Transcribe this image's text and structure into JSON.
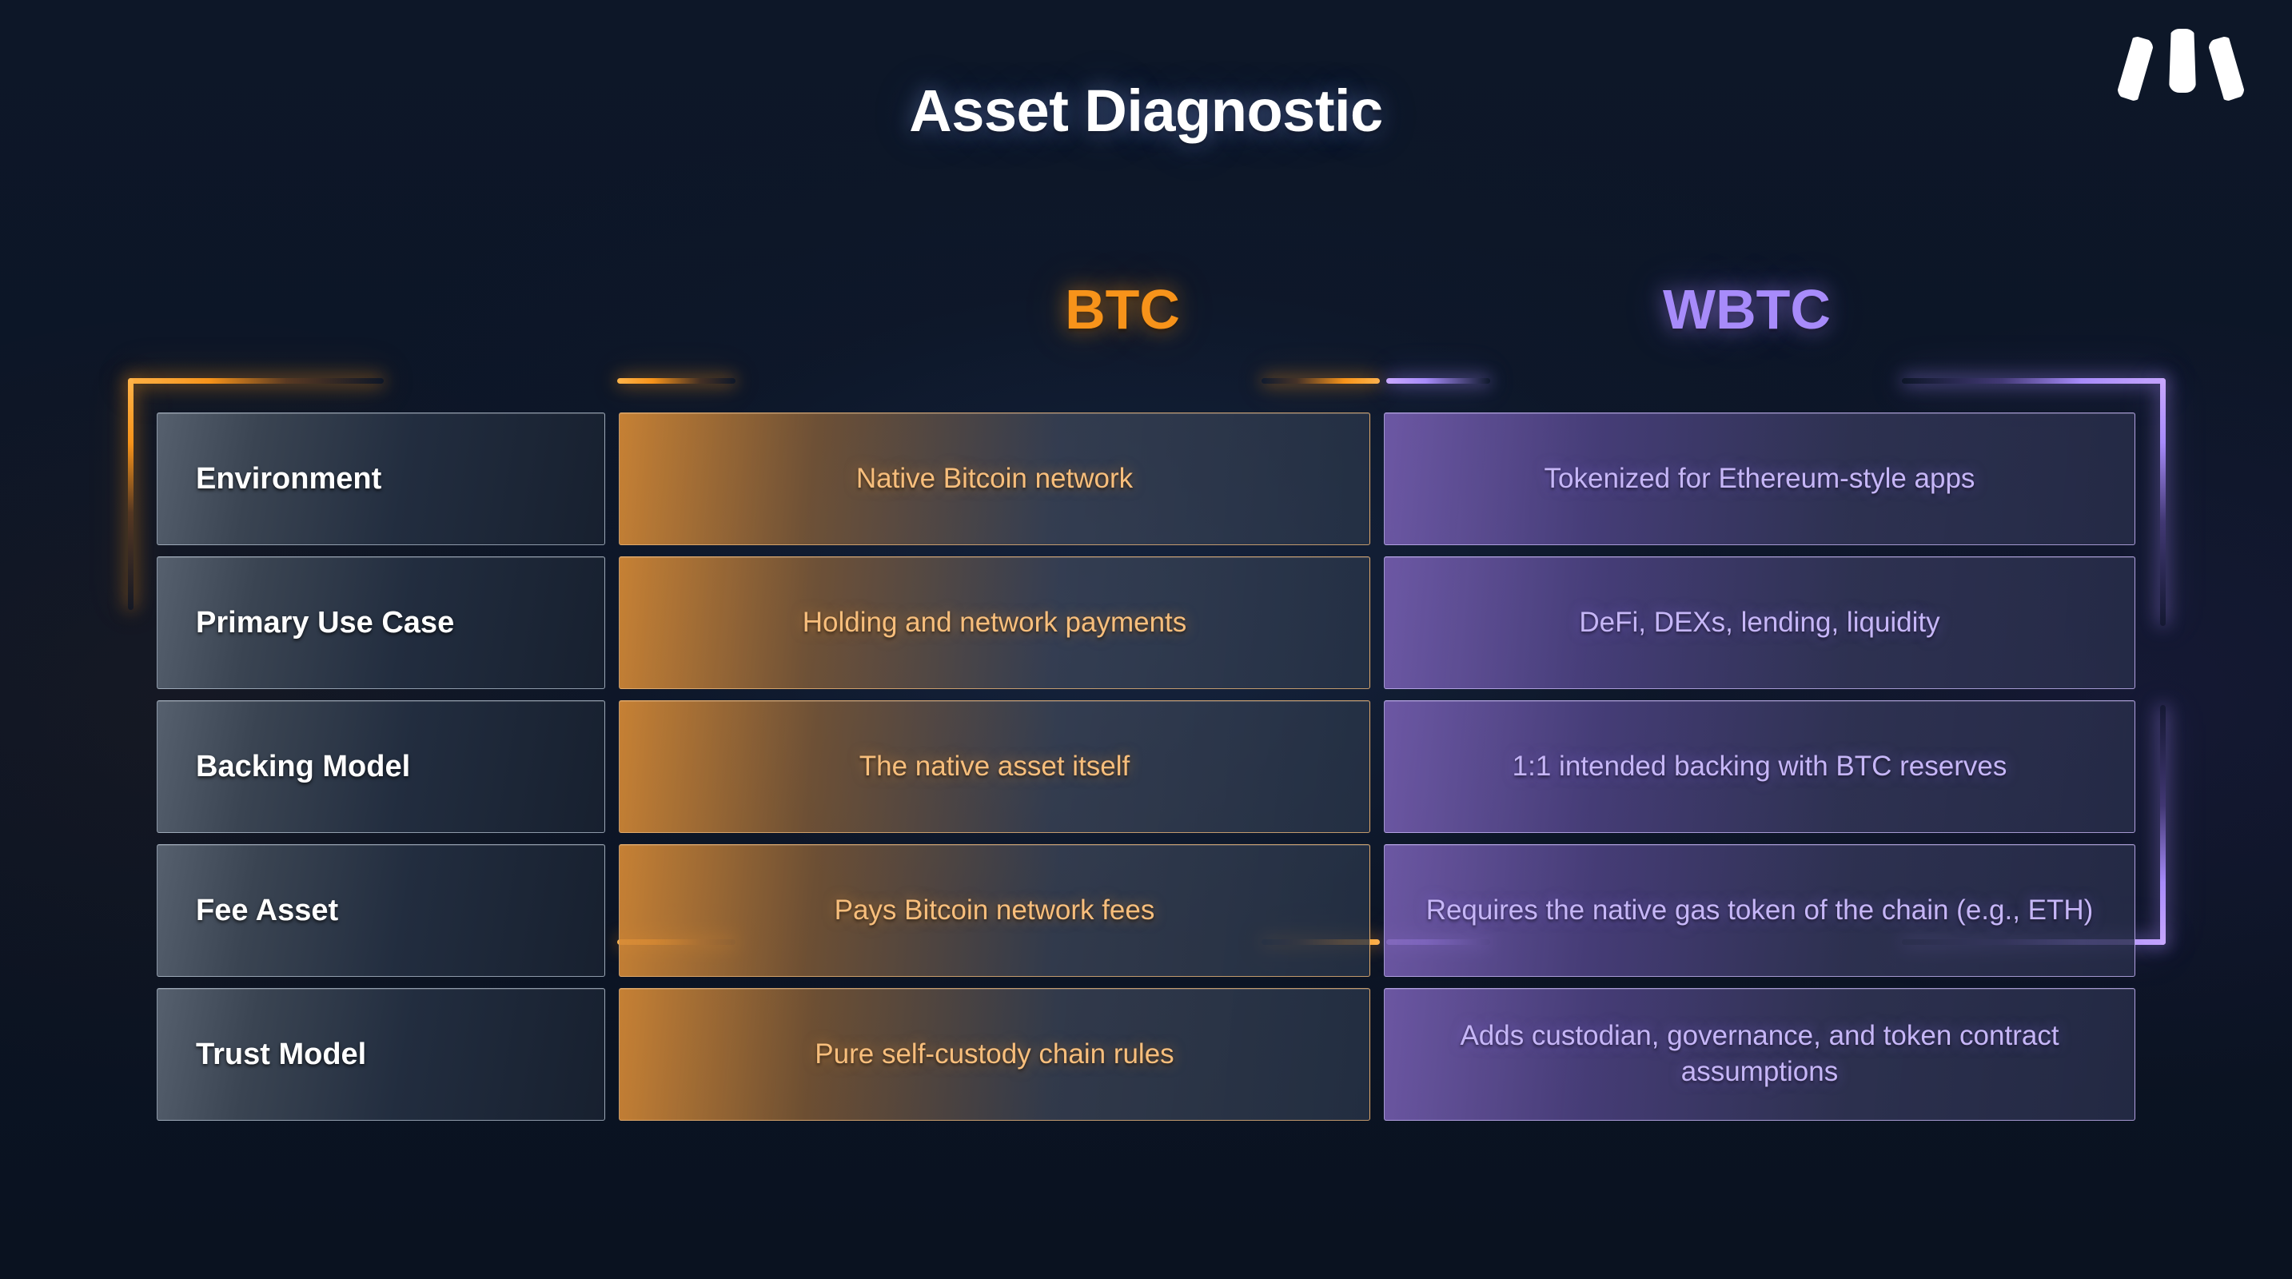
{
  "page": {
    "title": "Asset Diagnostic",
    "background_color": "#0c1526"
  },
  "logo": {
    "name": "w-mark-logo",
    "color": "#ffffff"
  },
  "columns": {
    "label_header": "",
    "btc": {
      "label": "BTC",
      "color": "#F7931A"
    },
    "wbtc": {
      "label": "WBTC",
      "color": "#A78BFA"
    }
  },
  "rows": [
    {
      "label": "Environment",
      "btc": "Native Bitcoin network",
      "wbtc": "Tokenized for Ethereum-style apps"
    },
    {
      "label": "Primary Use Case",
      "btc": "Holding and network payments",
      "wbtc": "DeFi, DEXs, lending, liquidity"
    },
    {
      "label": "Backing Model",
      "btc": "The native asset itself",
      "wbtc": "1:1 intended backing with BTC reserves"
    },
    {
      "label": "Fee Asset",
      "btc": "Pays Bitcoin network fees",
      "wbtc": "Requires the native gas token of the chain (e.g., ETH)"
    },
    {
      "label": "Trust Model",
      "btc": "Pure self-custody chain rules",
      "wbtc": "Adds custodian, governance, and token contract assumptions"
    }
  ],
  "decor": {
    "orange_accent": "#F7931A",
    "purple_accent": "#A78BFA",
    "label_text_color": "#ffffff",
    "btc_text_color": "#F7BE7C",
    "wbtc_text_color": "#C6B6F7"
  }
}
